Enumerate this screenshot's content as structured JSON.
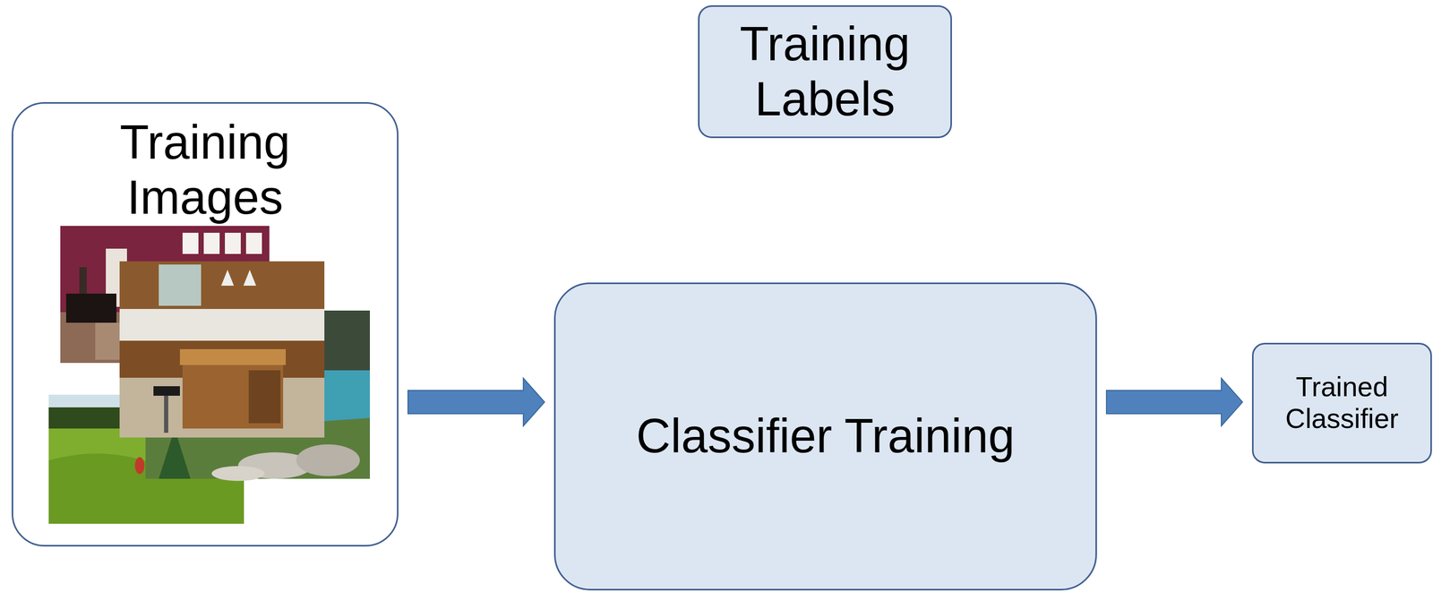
{
  "diagram": {
    "nodes": [
      {
        "text": [
          "Training Images"
        ]
      },
      {
        "text": [
          "Training Labels"
        ]
      },
      {
        "text": [
          "Classifier Training"
        ]
      },
      {
        "text": [
          "Trained Classifier"
        ]
      }
    ],
    "edges": [
      {
        "from": 0,
        "to": 2,
        "arrow": "to"
      },
      {
        "from": 2,
        "to": 3,
        "arrow": "to"
      }
    ]
  }
}
